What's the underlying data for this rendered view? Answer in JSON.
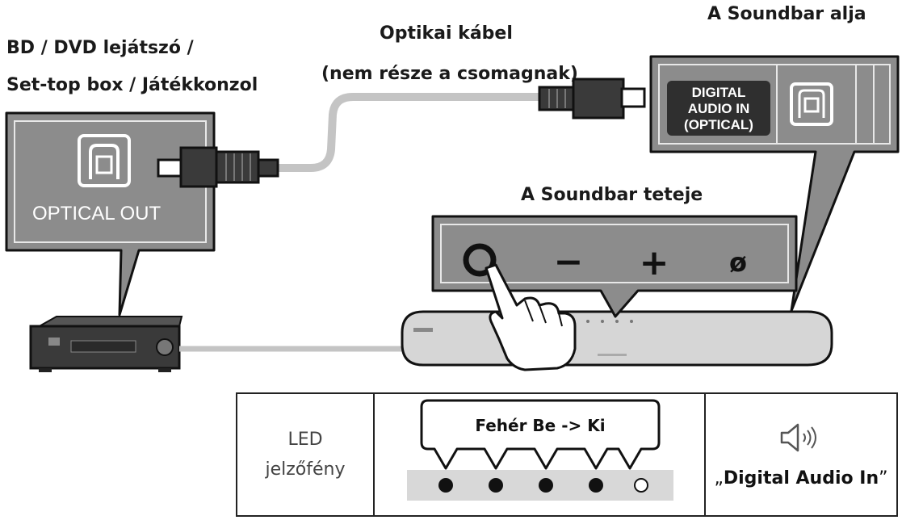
{
  "labels": {
    "source_device_line1": "BD / DVD lejátszó /",
    "source_device_line2": "Set-top box / Játékkonzol",
    "cable_line1": "Optikai kábel",
    "cable_line2": "(nem része a csomagnak)",
    "soundbar_bottom": "A Soundbar alja",
    "soundbar_top": "A Soundbar teteje"
  },
  "ports": {
    "optical_out": "OPTICAL OUT",
    "digital_in_line1": "DIGITAL",
    "digital_in_line2": "AUDIO IN",
    "digital_in_line3": "(OPTICAL)"
  },
  "buttons": {
    "minus": "−",
    "plus": "+",
    "mic": "ø"
  },
  "led_panel": {
    "label_line1": "LED",
    "label_line2": "jelzőfény",
    "callout": "Fehér Be -> Ki",
    "display_quote_open": "„",
    "display_text": "Digital Audio In",
    "display_quote_close": "”"
  },
  "colors": {
    "panel_gray": "#8c8c8c",
    "dark_panel": "#2f2f2f",
    "cable_gray": "#c4c4c4",
    "soundbar_gray": "#d6d6d6"
  }
}
